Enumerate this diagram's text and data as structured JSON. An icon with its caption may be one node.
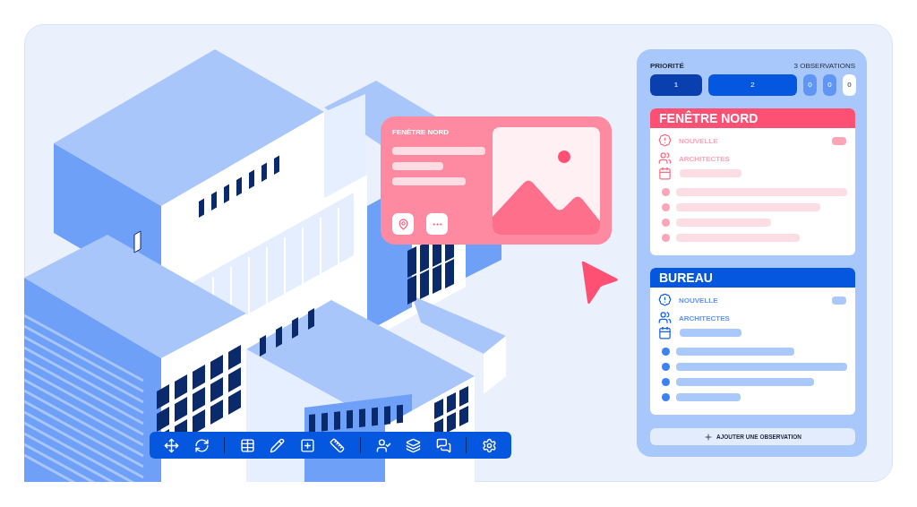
{
  "diagram": {
    "nodes": [
      {
        "text": [
          "FENÊTRE NORD"
        ]
      },
      {
        "text": [
          "PRIORITÉ",
          "3 OBSERVATIONS"
        ]
      },
      {
        "text": [
          "FENÊTRE NORD",
          "NOUVELLE",
          "ARCHITECTES"
        ],
        "in": 1
      },
      {
        "text": [
          "BUREAU",
          "NOUVELLE",
          "ARCHITECTES"
        ],
        "in": 1
      },
      {
        "text": [
          "AJOUTER UNE OBSERVATION"
        ],
        "in": 1
      }
    ],
    "labels": [
      "1",
      "2",
      "0",
      "0",
      "0"
    ]
  }
}
